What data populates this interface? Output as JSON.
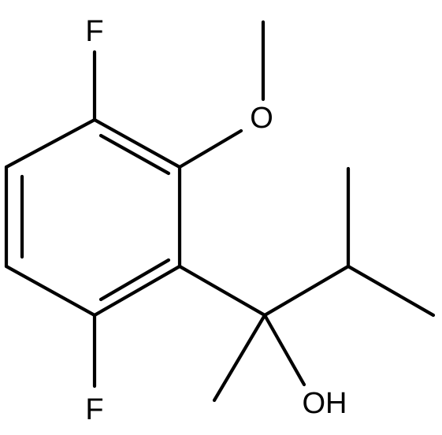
{
  "molecule": {
    "atoms": {
      "fluorine_top": "F",
      "oxygen_methoxy": "O",
      "fluorine_bottom": "F",
      "hydroxyl": "OH"
    }
  },
  "colors": {
    "bond": "#000000",
    "background": "#ffffff"
  }
}
